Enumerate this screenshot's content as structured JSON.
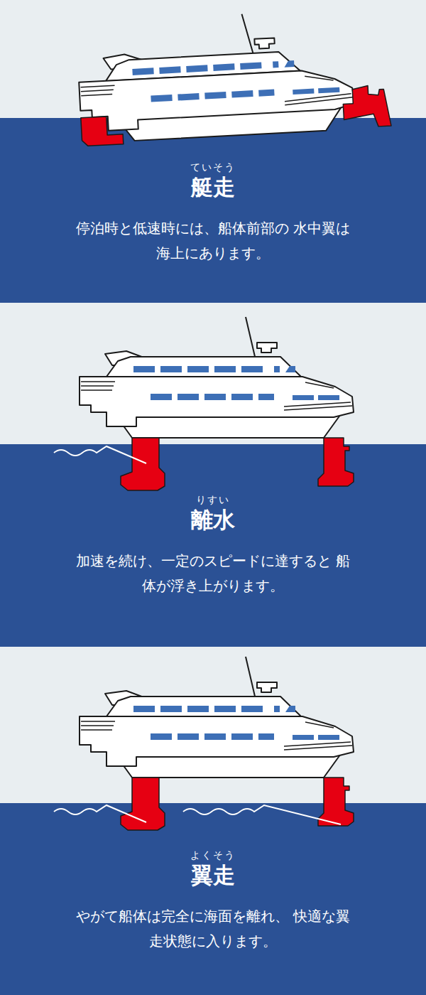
{
  "diagram": {
    "nodes": [
      {
        "text": [
          "ていそう",
          "艇走",
          "停泊時と低速時には、船体前部の 水中翼は海上にあります。"
        ]
      },
      {
        "text": [
          "りすい",
          "離水",
          "加速を続け、一定のスピードに達すると 船体が浮き上がります。"
        ]
      },
      {
        "text": [
          "よくそう",
          "翼走",
          "やがて船体は完全に海面を離れ、 快適な翼走状態に入ります。"
        ]
      }
    ]
  }
}
